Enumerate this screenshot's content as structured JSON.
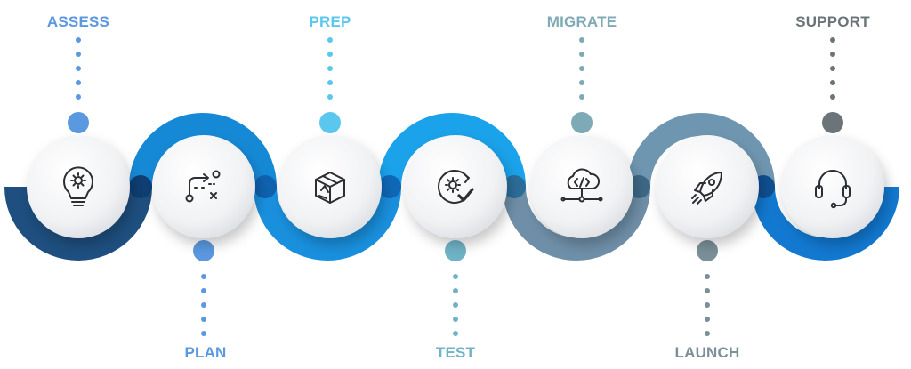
{
  "steps": [
    {
      "label": "ASSESS",
      "icon": "lightbulb-gear-icon",
      "color": "#5a98e0",
      "ribbon": "#1e5a8c",
      "position": "top"
    },
    {
      "label": "PLAN",
      "icon": "strategy-path-icon",
      "color": "#5a98e0",
      "ribbon": "#1589d6",
      "position": "bottom"
    },
    {
      "label": "PREP",
      "icon": "package-box-icon",
      "color": "#5cc7ee",
      "ribbon": "#1589d6",
      "position": "top"
    },
    {
      "label": "TEST",
      "icon": "gear-check-icon",
      "color": "#6fb3c6",
      "ribbon": "#1a9ce6",
      "position": "bottom"
    },
    {
      "label": "MIGRATE",
      "icon": "cloud-code-icon",
      "color": "#7eaab5",
      "ribbon": "#6f96b0",
      "position": "top"
    },
    {
      "label": "LAUNCH",
      "icon": "rocket-icon",
      "color": "#7a8f99",
      "ribbon": "#6f96b0",
      "position": "bottom"
    },
    {
      "label": "SUPPORT",
      "icon": "headset-icon",
      "color": "#6b7478",
      "ribbon": "#1278d0",
      "position": "top"
    }
  ]
}
